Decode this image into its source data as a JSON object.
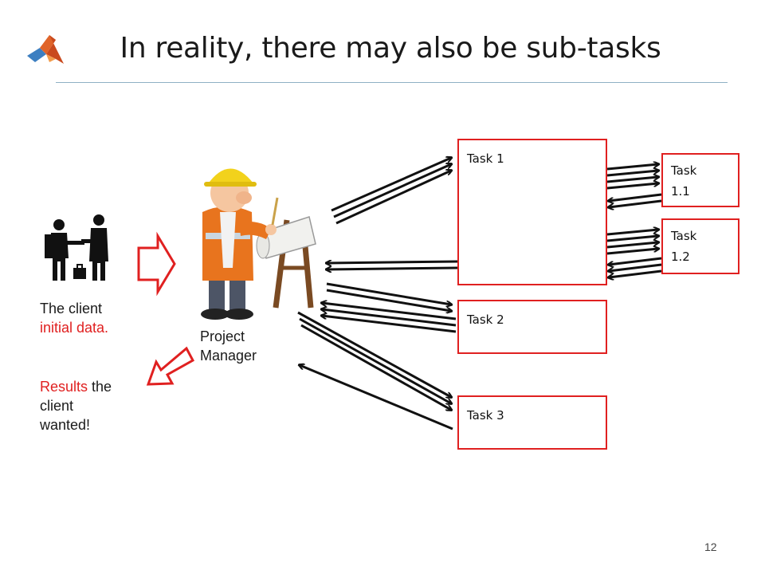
{
  "slide": {
    "title": "In reality, there may also be sub-tasks",
    "page_number": "12"
  },
  "client": {
    "line1": "The client",
    "line2": "initial data.",
    "results_word": "Results",
    "results_rest": " the",
    "line4": "client",
    "line5": "wanted!"
  },
  "manager": {
    "line1": "Project",
    "line2": "Manager"
  },
  "tasks": {
    "task1": "Task 1",
    "task2": "Task 2",
    "task3": "Task 3",
    "task11_a": "Task",
    "task11_b": "1.1",
    "task12_a": "Task",
    "task12_b": "1.2"
  },
  "colors": {
    "accent_red": "#e02020",
    "rule": "#8fb0c4"
  },
  "icons": [
    "matlab-logo-icon",
    "handshake-icon",
    "project-manager-illustration",
    "arrow-right-icon",
    "arrow-down-left-icon"
  ]
}
